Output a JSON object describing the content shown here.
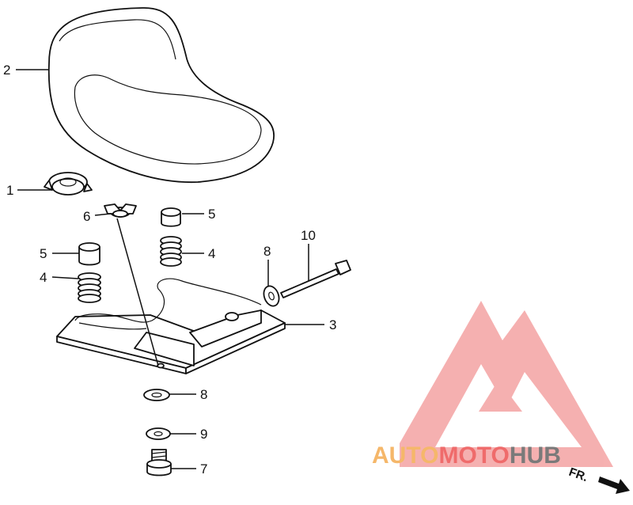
{
  "callouts": {
    "c2": "2",
    "c1": "1",
    "c6": "6",
    "c5a": "5",
    "c5b": "5",
    "c4a": "4",
    "c4b": "4",
    "c8a": "8",
    "c10": "10",
    "c3": "3",
    "c8b": "8",
    "c9": "9",
    "c7": "7"
  },
  "watermark": {
    "part1": "AUTO",
    "part2": "MOTO",
    "part3": "HUB",
    "color_auto": "#f5b76a",
    "color_moto": "#ef6b6b",
    "color_hub": "#7a7a7a",
    "logo_color": "#f08080"
  },
  "direction": {
    "label": "FR."
  }
}
